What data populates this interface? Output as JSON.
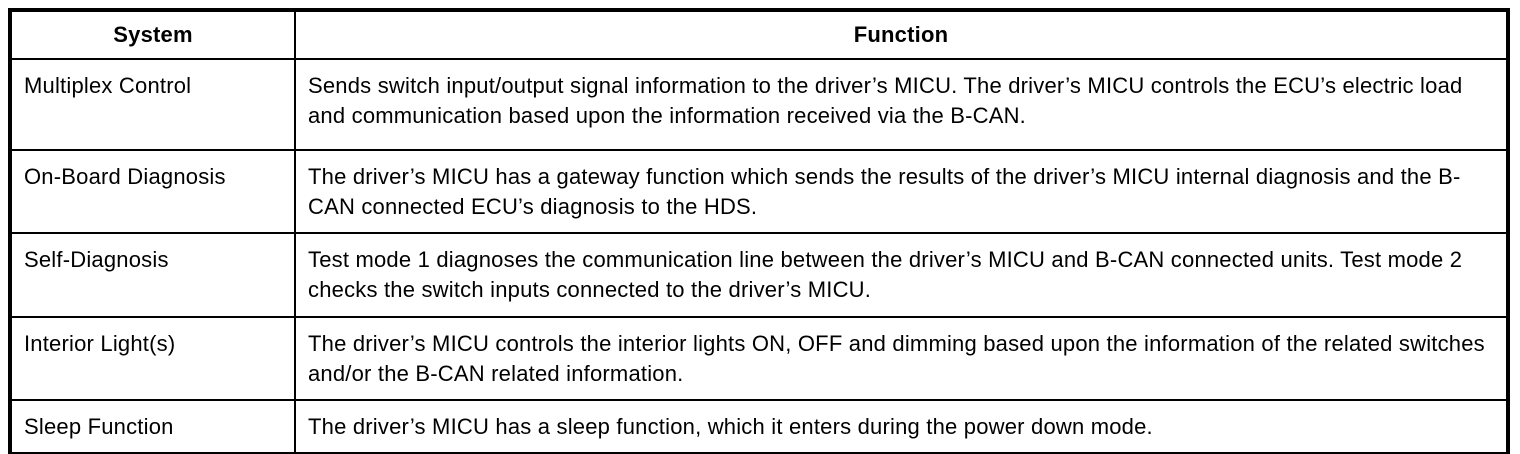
{
  "table": {
    "headers": {
      "system": "System",
      "function": "Function"
    },
    "rows": [
      {
        "system": "Multiplex Control",
        "function": "Sends switch input/output signal information to the driver’s MICU. The driver’s MICU controls the ECU’s electric load and communication based upon the information received via the B-CAN."
      },
      {
        "system": "On-Board Diagnosis",
        "function": "The driver’s MICU has a gateway function which sends the results of the driver’s MICU internal diagnosis and the B-CAN connected ECU’s diagnosis to the HDS."
      },
      {
        "system": "Self-Diagnosis",
        "function": "Test mode 1 diagnoses the communication line between the driver’s MICU and B-CAN connected units. Test mode 2 checks the switch inputs connected to the driver’s MICU."
      },
      {
        "system": "Interior Light(s)",
        "function": "The driver’s MICU controls the interior lights ON, OFF and dimming based upon the information of the related switches and/or the B-CAN related information."
      },
      {
        "system": "Sleep Function",
        "function": "The driver’s MICU has a sleep function, which it enters during the power down mode."
      }
    ],
    "colors": {
      "border": "#000000",
      "text": "#000000",
      "background": "#ffffff"
    }
  }
}
